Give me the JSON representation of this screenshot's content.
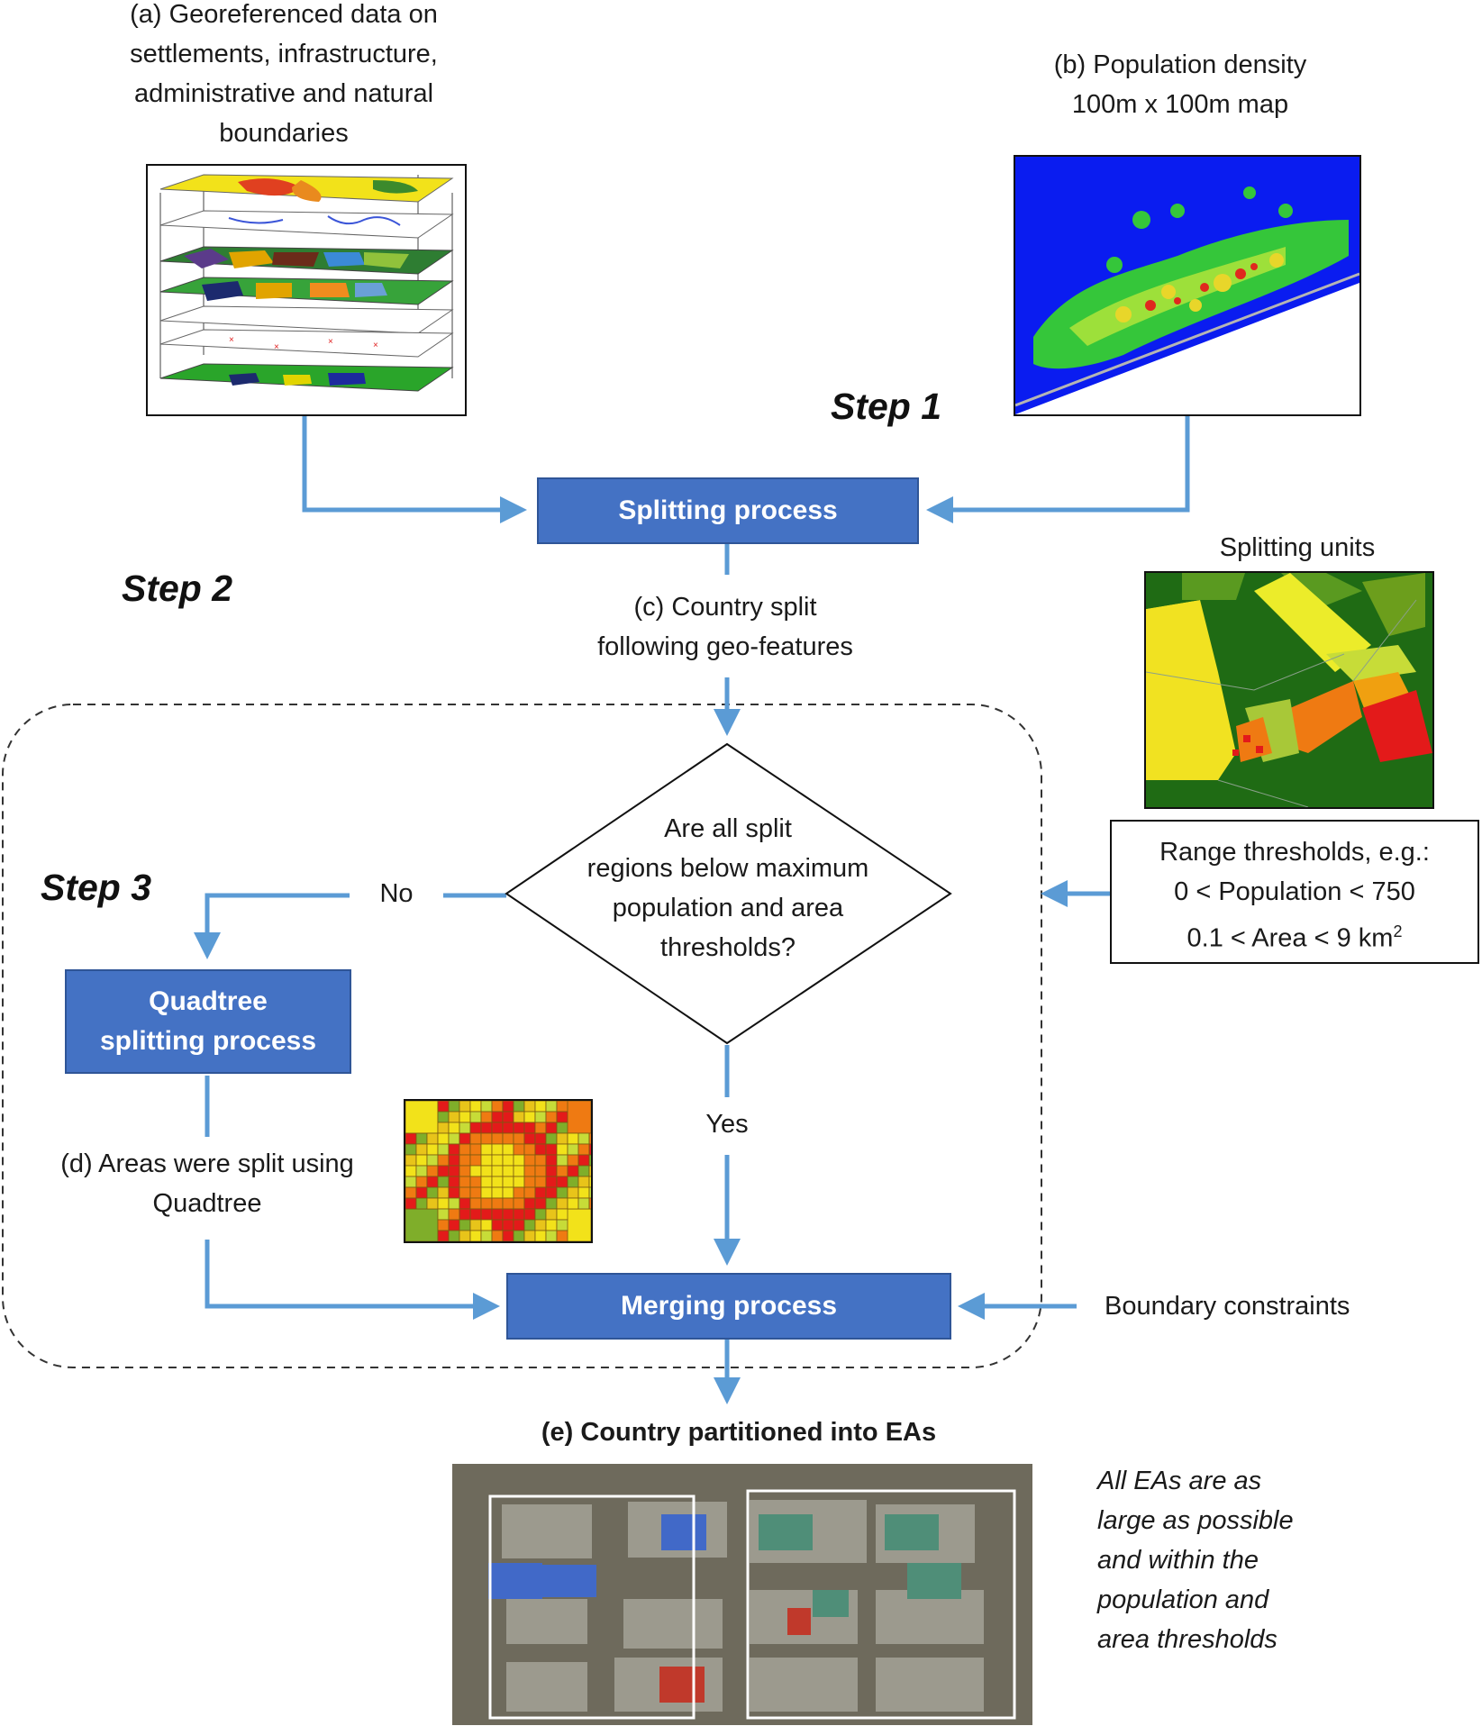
{
  "labels": {
    "a": "(a) Georeferenced  data on\nsettlements,  infrastructure,\nadministrative and natural\nboundaries",
    "b": "(b) Population density\n100m x 100m map",
    "c": "(c) Country split\nfollowing geo-features",
    "d": "(d) Areas were split using\nQuadtree",
    "e": "(e) Country partitioned into EAs",
    "splitting_units": "Splitting units",
    "boundary_constraints": "Boundary constraints",
    "note": "All EAs are as\nlarge as possible\nand within the\npopulation and\narea thresholds"
  },
  "steps": {
    "s1": "Step 1",
    "s2": "Step 2",
    "s3": "Step 3"
  },
  "boxes": {
    "splitting": "Splitting process",
    "quadtree": "Quadtree\nsplitting process",
    "merging": "Merging process"
  },
  "decision": {
    "question": "Are all split\nregions below maximum\npopulation and area\nthresholds?",
    "no": "No",
    "yes": "Yes"
  },
  "thresholds": {
    "heading": "Range thresholds, e.g.:",
    "population": "0 < Population < 750",
    "area_prefix": "0.1 < Area < 9 km",
    "area_sup": "2"
  },
  "colors": {
    "process_box": "#4472c4",
    "arrow": "#5b9bd5",
    "dashed_outline": "#333333",
    "density_background": "#0a1cf0"
  }
}
